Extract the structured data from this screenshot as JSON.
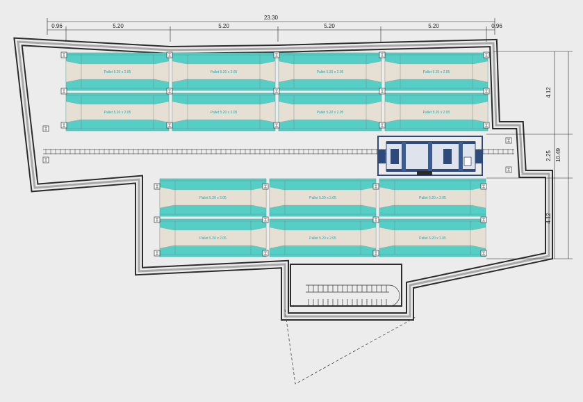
{
  "dimensions": {
    "total_width": "23.30",
    "top_segments": [
      "0.96",
      "5.20",
      "5.20",
      "5.20",
      "5.20",
      "0.96"
    ],
    "right_total": "10.49",
    "right_segments": [
      "4.12",
      "2.25",
      "4.12"
    ]
  },
  "pallet_label": "Pallet 5.20 x 2.05",
  "rows": {
    "upper_top": [
      "Pallet 5.20 x 2.05",
      "Pallet 5.20 x 2.05",
      "Pallet 5.20 x 2.05",
      "Pallet 5.20 x 2.05"
    ],
    "upper_bottom": [
      "Pallet 5.20 x 2.05",
      "Pallet 5.20 x 2.05",
      "Pallet 5.20 x 2.05",
      "Pallet 5.20 x 2.05"
    ],
    "lower_top": [
      "Pallet 5.20 x 2.05",
      "Pallet 5.20 x 2.05",
      "Pallet 5.20 x 2.05"
    ],
    "lower_bottom": [
      "Pallet 5.20 x 2.05",
      "Pallet 5.20 x 2.05",
      "Pallet 5.20 x 2.05"
    ]
  },
  "colors": {
    "background": "#ececec",
    "wall": "#2b2b2b",
    "pallet_fill": "#e6e0d4",
    "pallet_teal": "#55cfc6",
    "pallet_text": "#19a9b5",
    "shuttle": "#2e4a7a",
    "line": "#333333"
  },
  "icons": [
    "column-icon",
    "shuttle-trolley-icon",
    "staircase-icon"
  ]
}
